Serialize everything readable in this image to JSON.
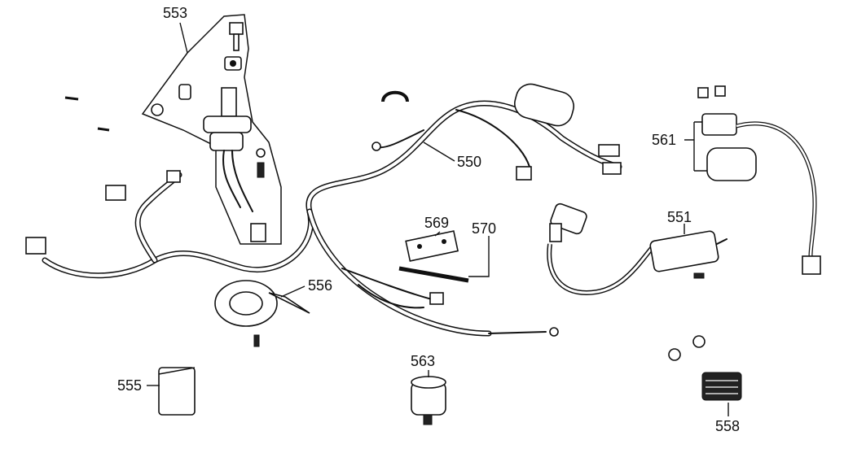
{
  "labels": {
    "p550": "550",
    "p551": "551",
    "p553": "553",
    "p555": "555",
    "p556": "556",
    "p558": "558",
    "p561": "561",
    "p563": "563",
    "p569": "569",
    "p570": "570"
  }
}
